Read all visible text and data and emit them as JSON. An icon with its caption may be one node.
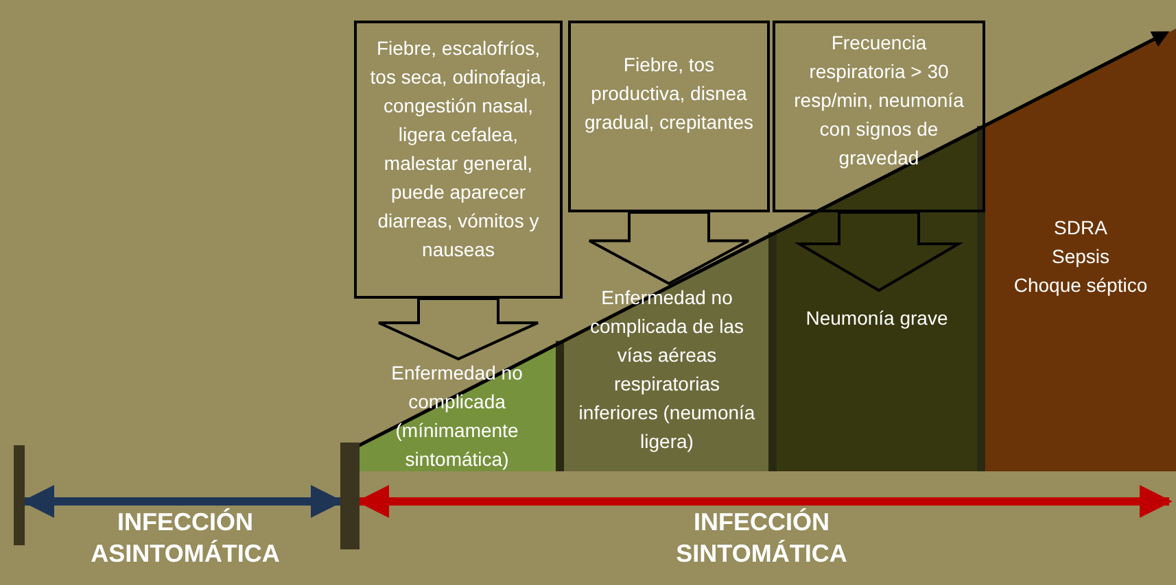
{
  "diagram": {
    "nodes": [
      {
        "text": [
          "Fiebre, escalofríos, tos seca, odinofagia, congestión nasal, ligera cefalea, malestar general, puede aparecer diarreas, vómitos y nauseas"
        ]
      },
      {
        "text": [
          "Fiebre, tos productiva, disnea gradual, crepitantes"
        ]
      },
      {
        "text": [
          "Frecuencia respiratoria > 30 resp/min, neumonía con signos de gravedad"
        ]
      },
      {
        "text": [
          "Enfermedad no complicada (mínimamente sintomática)"
        ]
      },
      {
        "text": [
          "Enfermedad no complicada de las vías aéreas respiratorias inferiores (neumonía ligera)"
        ]
      },
      {
        "text": [
          "Neumonía grave"
        ]
      },
      {
        "text": [
          "SDRA",
          "Sepsis",
          "Choque séptico"
        ]
      },
      {
        "text": [],
        "shape": "bar"
      },
      {
        "text": [],
        "shape": "bar"
      }
    ],
    "edges": [
      {
        "from": 0,
        "to": 3,
        "arrow": "to"
      },
      {
        "from": 1,
        "to": 4,
        "arrow": "to"
      },
      {
        "from": 2,
        "to": 5,
        "arrow": "to"
      },
      {
        "from": 7,
        "to": 8,
        "arrow": "both",
        "color": "#1f3556"
      },
      {
        "from": 8,
        "to": null,
        "arrow": "both",
        "color": "#c00000"
      }
    ],
    "labels": [
      "INFECCIÓN ASINTOMÁTICA",
      "INFECCIÓN SINTOMÁTICA"
    ]
  }
}
